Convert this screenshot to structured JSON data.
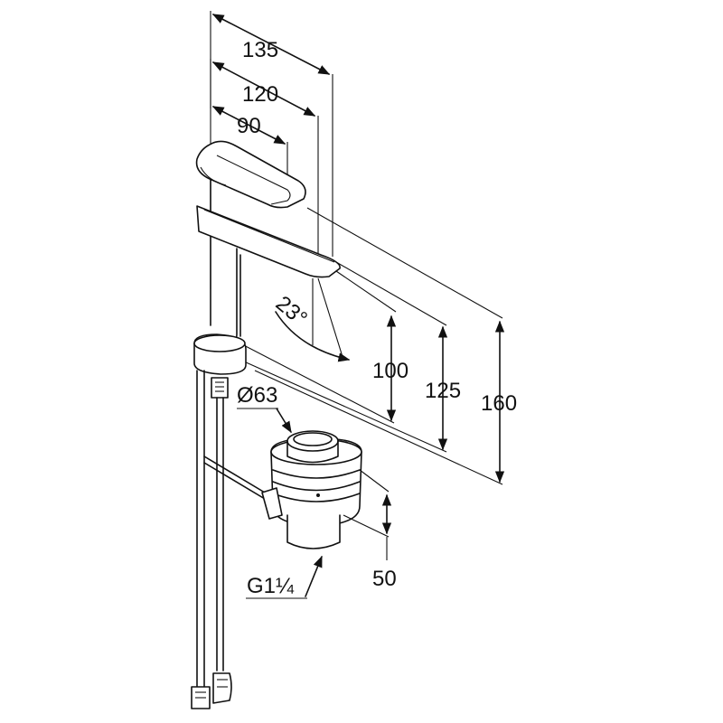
{
  "dimensions": {
    "reach_135": "135",
    "reach_120": "120",
    "reach_90": "90",
    "angle": "23°",
    "height_100": "100",
    "height_125": "125",
    "height_160": "160",
    "waste_diameter": "Ø63",
    "waste_height": "50",
    "waste_thread": "G1¼"
  }
}
